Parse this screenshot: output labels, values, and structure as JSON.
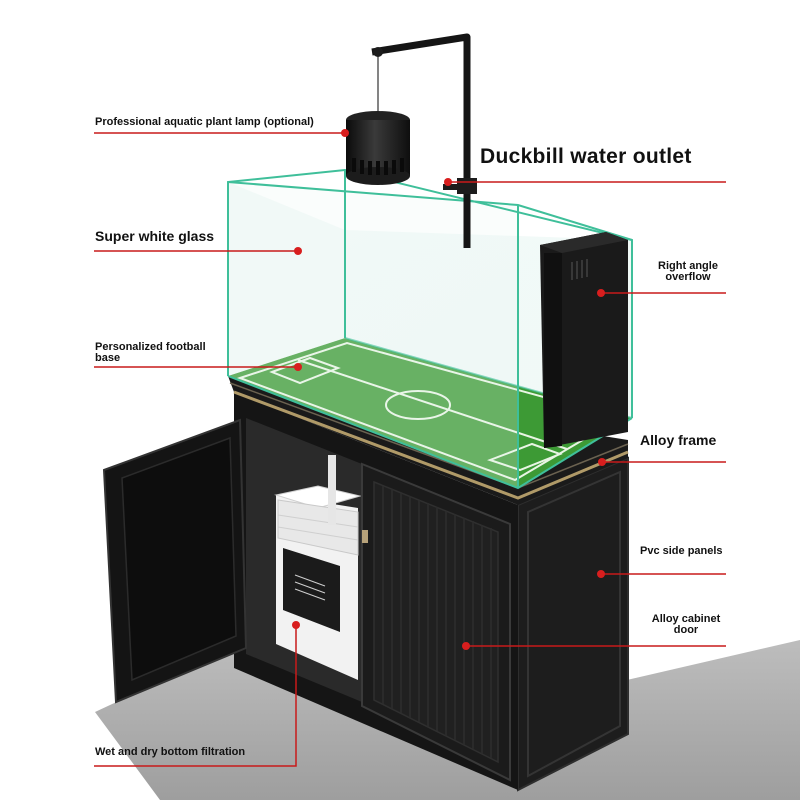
{
  "callouts": {
    "lamp": "Professional aquatic plant lamp (optional)",
    "duckbill": "Duckbill water outlet",
    "glass": "Super white glass",
    "overflow_line1": "Right angle",
    "overflow_line2": "overflow",
    "football_line1": "Personalized football",
    "football_line2": "base",
    "frame": "Alloy frame",
    "pvc": "Pvc side panels",
    "door_line1": "Alloy cabinet",
    "door_line2": "door",
    "filtration": "Wet and dry bottom filtration"
  },
  "colors": {
    "leader_line": "#c81a1a",
    "marker_dot": "#d81e1e",
    "cabinet": "#161616",
    "glass_edge": "#3fbf9a",
    "turf": "#3d9a35",
    "trim": "#b09a68"
  }
}
